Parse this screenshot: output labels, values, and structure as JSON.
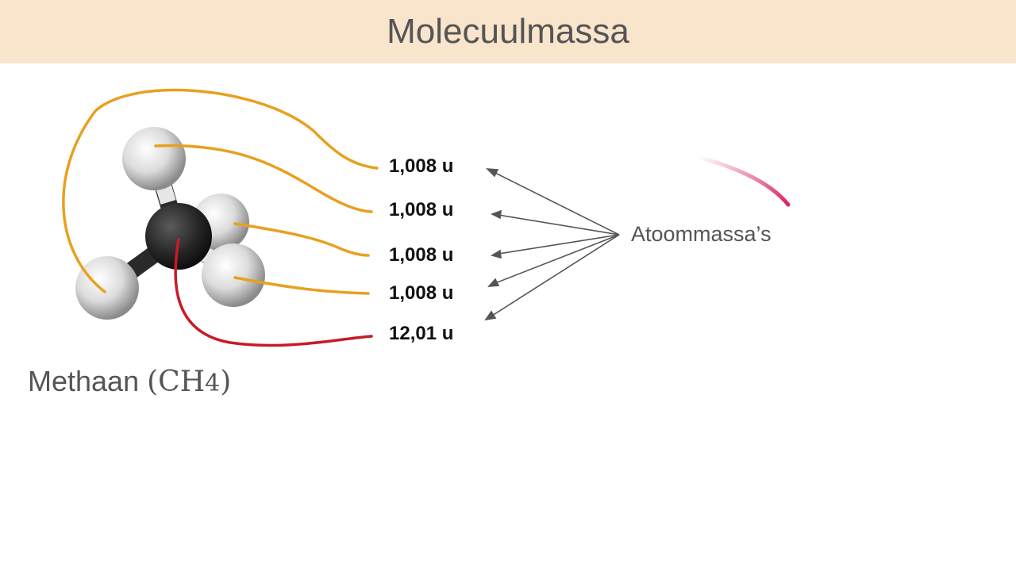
{
  "title": "Molecuulmassa",
  "molecule": {
    "name": "Methaan",
    "formula_open": "(",
    "formula_main": "CH",
    "formula_sub": "4",
    "formula_close": ")"
  },
  "masses": [
    {
      "label": "1,008 u",
      "color": "#e8a020"
    },
    {
      "label": "1,008 u",
      "color": "#e8a020"
    },
    {
      "label": "1,008 u",
      "color": "#e8a020"
    },
    {
      "label": "1,008 u",
      "color": "#e8a020"
    },
    {
      "label": "12,01 u",
      "color": "#c81a28"
    }
  ],
  "atoom_label": "Atoommassa’s",
  "colors": {
    "header_bg": "#f9e4cc",
    "hydrogen_line": "#e8a020",
    "carbon_line": "#c81a28",
    "arrow": "#555555",
    "swoosh": "#d6245c"
  }
}
